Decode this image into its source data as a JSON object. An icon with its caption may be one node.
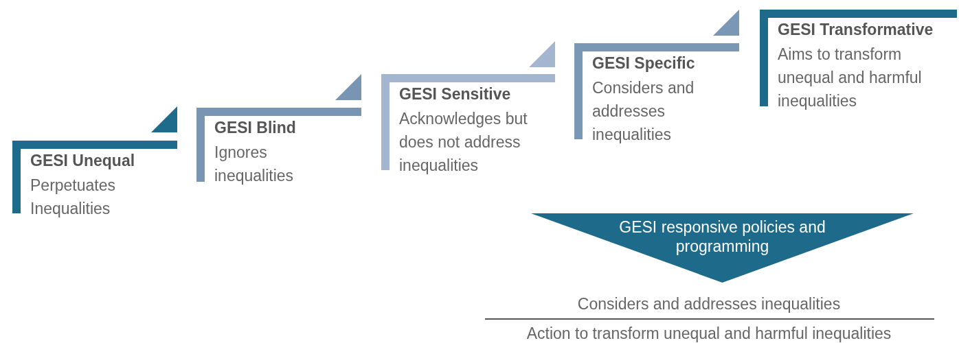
{
  "diagram": {
    "nodes": [
      {
        "text": [
          "GESI Unequal",
          "Perpetuates Inequalities"
        ]
      },
      {
        "text": [
          "GESI Blind",
          "Ignores inequalities"
        ]
      },
      {
        "text": [
          "GESI Sensitive",
          "Acknowledges but does not address inequalities"
        ]
      },
      {
        "text": [
          "GESI Specific",
          "Considers and addresses inequalities"
        ]
      },
      {
        "text": [
          "GESI Transformative",
          "Aims to transform unequal and harmful inequalities"
        ]
      },
      {
        "text": [
          "GESI responsive policies and programming"
        ]
      }
    ],
    "edges": [],
    "labels": [
      "Considers and addresses inequalities",
      "Action to transform unequal and harmful inequalities"
    ]
  }
}
